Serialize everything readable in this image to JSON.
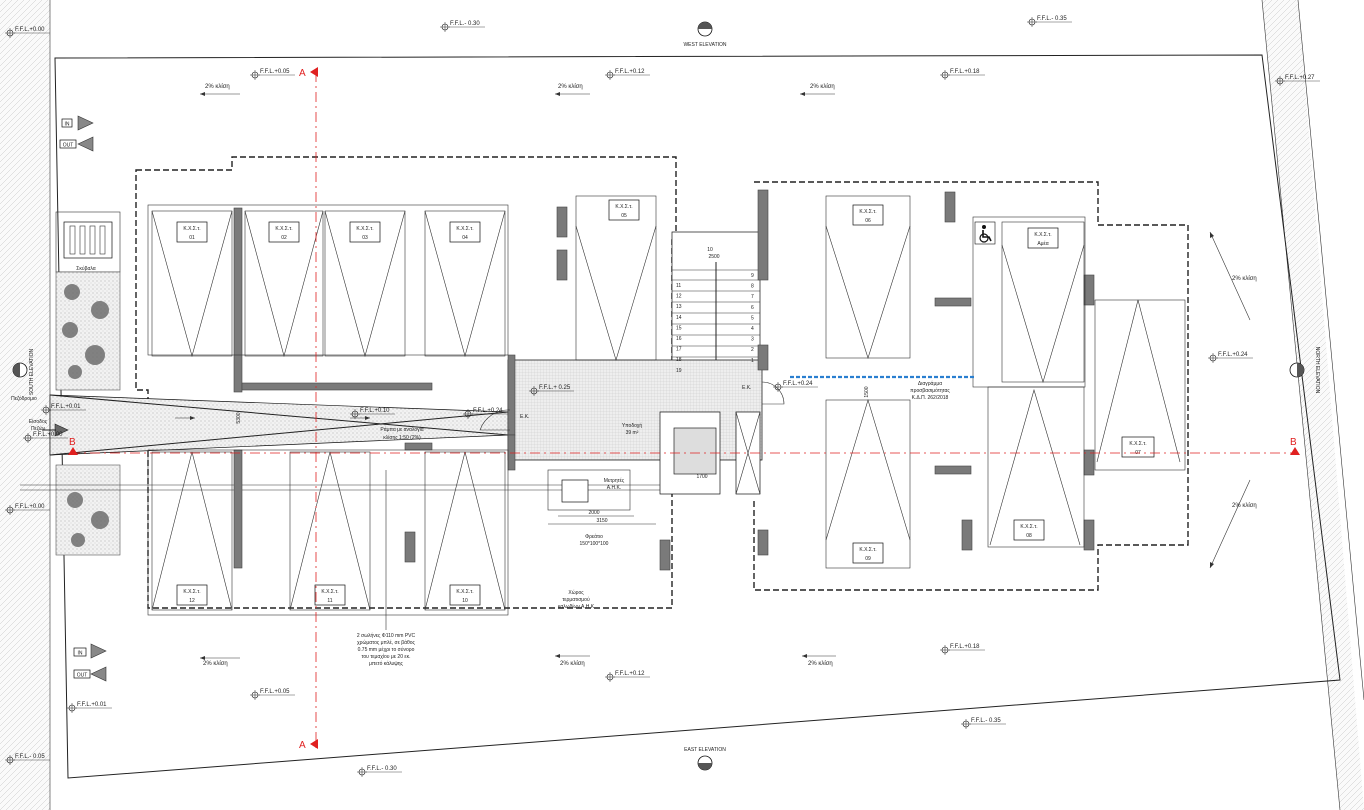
{
  "elevations": {
    "west": "WEST ELEVATION",
    "east": "EAST ELEVATION",
    "south": "SOUTH ELEVATION",
    "north": "NORTH ELEVATION"
  },
  "levels": {
    "l_000_top": "F.F.L.+0.00",
    "l_m030_top": "F.F.L.- 0.30",
    "l_m035_top": "F.F.L.- 0.35",
    "l_027": "F.F.L.+0.27",
    "l_005_top": "F.F.L.+0.05",
    "l_012_top": "F.F.L.+0.12",
    "l_018_top": "F.F.L.+0.18",
    "l_001_left": "F.F.L.+0.01",
    "l_000_left": "F.F.L.+0.00",
    "l_010": "F.F.L.+0.10",
    "l_024_ramp": "F.F.L.+0.24",
    "l_025": "F.F.L.+ 0.25",
    "l_024_door": "F.F.L.+0.24",
    "l_024_right": "F.F.L.+0.24",
    "l_000_bl": "F.F.L.+0.00",
    "l_005_bot": "F.F.L.+0.05",
    "l_012_bot": "F.F.L.+0.12",
    "l_018_bot": "F.F.L.+0.18",
    "l_001_bot": "F.F.L.+0.01",
    "l_m005": "F.F.L.- 0.05",
    "l_m030_bot": "F.F.L.- 0.30",
    "l_m035_bot": "F.F.L.- 0.35"
  },
  "slopes": {
    "s1": "2% κλίση",
    "s2": "2% κλίση",
    "s3": "2% κλίση",
    "s4": "2% κλίση",
    "s5": "2% κλίση",
    "s6": "2% κλίση",
    "s7": "2% κλίση",
    "s8": "2% κλίση"
  },
  "parking": {
    "label": "Κ.Χ.Σ.τ.",
    "p01": "01",
    "p02": "02",
    "p03": "03",
    "p04": "04",
    "p05": "05",
    "p06": "06",
    "amea": "Αμέα",
    "p07": "07",
    "p08": "08",
    "p09": "09",
    "p10": "10",
    "p11": "11",
    "p12": "12"
  },
  "entry": {
    "in_top": "IN",
    "out_top": "OUT",
    "in_bot": "IN",
    "out_bot": "OUT",
    "section_a_top": "A",
    "section_a_bot": "A",
    "section_b_left": "B",
    "section_b_right": "B"
  },
  "labels": {
    "skybala": "Σκύβαλα",
    "pezodromio": "Πεζόδρομιο",
    "eisodos1": "Είσοδος",
    "eisodos2": "Πεζών",
    "rampa1": "Ράμπα με αναλογία",
    "rampa2": "κλίσης 1:50 (2%)",
    "ek1": "Ε.Κ.",
    "ek2": "Ε.Κ.",
    "ypodoxi": "Υποδοχή",
    "ypodoxi_area": "39 m²",
    "diagramma1": "Διαγράμμα",
    "diagramma2": "προσβασιμότητας",
    "diagramma3": "Κ.Δ.Π. 262/2018",
    "metrites1": "Μετρητές",
    "metrites2": "Α.Η.Κ.",
    "freatio1": "Φρεάτιο",
    "freatio2": "150*100*100",
    "xoros1": "Χώρος",
    "xoros2": "τερματισμού",
    "xoros3": "καλωδίων Α.Η.Κ",
    "pvc1": "2 σωλήνες Φ110 mm PVC",
    "pvc2": "χρώματος μπλέ, σε βάθος",
    "pvc3": "0.75 mm μέχρι το σύνορο",
    "pvc4": "του τεμαχίου με 20 εκ.",
    "pvc5": "μπετό κάλυψης"
  },
  "dimensions": {
    "d2500": "2500",
    "d10": "10",
    "d5300": "5300",
    "d1500": "1500",
    "d1700": "1700",
    "d2000": "2000",
    "d3150": "3150"
  },
  "stairs": {
    "left": [
      "11",
      "12",
      "13",
      "14",
      "15",
      "16",
      "17",
      "18",
      "19"
    ],
    "right": [
      "9",
      "8",
      "7",
      "6",
      "5",
      "4",
      "3",
      "2",
      "1"
    ]
  },
  "colors": {
    "section_red": "#e02020",
    "conduit_blue": "#2a7fd0",
    "wall_gray": "#7a7a7a",
    "line": "#222222"
  }
}
